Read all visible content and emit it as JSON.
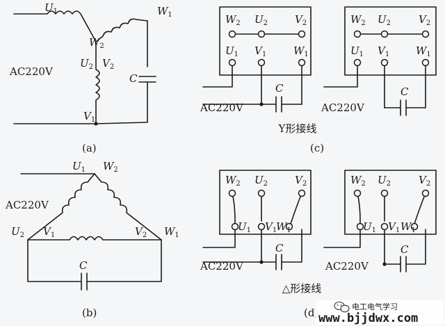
{
  "diagram": {
    "labels": {
      "u1": "U",
      "v1": "V",
      "w1": "W",
      "u2": "U",
      "v2": "V",
      "w2": "W",
      "sub1": "1",
      "sub2": "2",
      "c": "C",
      "ac": "AC220V"
    },
    "captions": {
      "a": "(a)",
      "b": "(b)",
      "c": "(c)",
      "d": "(d)",
      "y_wiring": "Y形接线",
      "delta_wiring": "△形接线"
    }
  },
  "watermark": {
    "account": "电工电气学习",
    "url": "www.bjjdwx.com"
  }
}
